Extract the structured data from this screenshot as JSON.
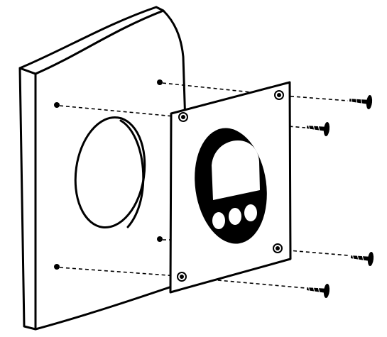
{
  "diagram": {
    "subject": "thermostat-wall-mounting",
    "parts": [
      "wall-panel",
      "wall-hole",
      "mounting-plate",
      "thermostat-display",
      "thermostat-buttons",
      "screws"
    ],
    "screw_count": 4,
    "button_count": 3,
    "colors": {
      "ink": "#000000",
      "background": "#ffffff"
    }
  }
}
